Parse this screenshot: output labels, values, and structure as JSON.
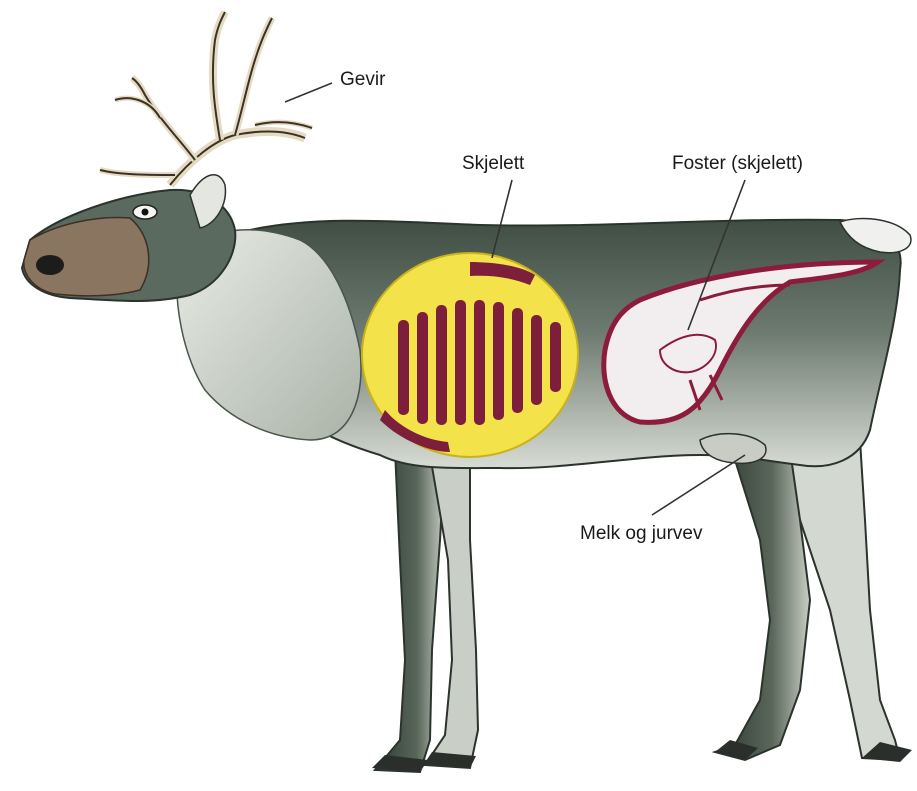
{
  "labels": {
    "antlers": "Gevir",
    "skeleton": "Skjelett",
    "fetus": "Foster (skjelett)",
    "milk": "Melk og jurvev"
  },
  "colors": {
    "body_dark": "#4a5a4e",
    "body_light": "#c9cfc6",
    "muzzle": "#8a7560",
    "antler": "#e8dcc4",
    "skeleton_fill": "#f3e24a",
    "rib": "#7d1f3a",
    "fetus_outline": "#8c1b3c",
    "leader_line": "#333333"
  }
}
